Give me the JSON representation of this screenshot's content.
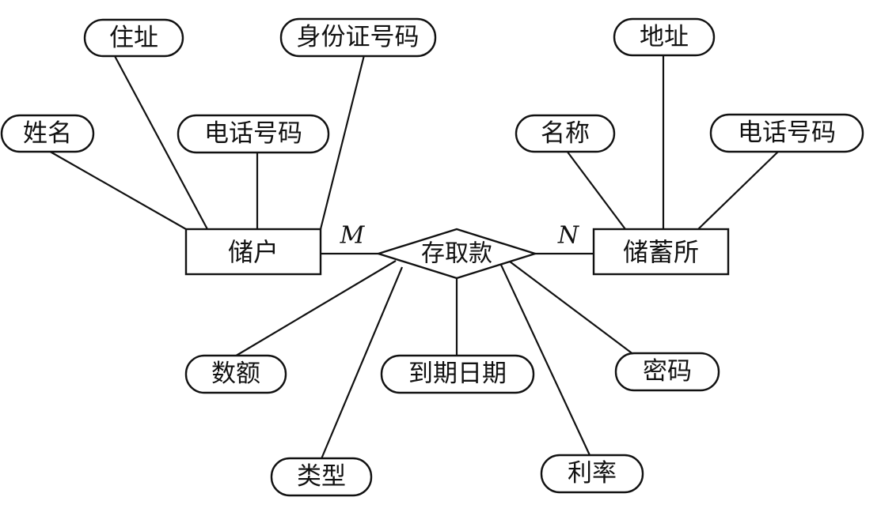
{
  "entities": {
    "depositor": "储户",
    "savings_office": "储蓄所"
  },
  "relationship": {
    "label": "存取款"
  },
  "cardinality": {
    "depositor_side": "M",
    "office_side": "N"
  },
  "depositor_attributes": {
    "name": "姓名",
    "address": "住址",
    "phone": "电话号码",
    "id_number": "身份证号码"
  },
  "office_attributes": {
    "name": "名称",
    "address": "地址",
    "phone": "电话号码"
  },
  "relationship_attributes": {
    "amount": "数额",
    "type": "类型",
    "due_date": "到期日期",
    "interest_rate": "利率",
    "password": "密码"
  }
}
